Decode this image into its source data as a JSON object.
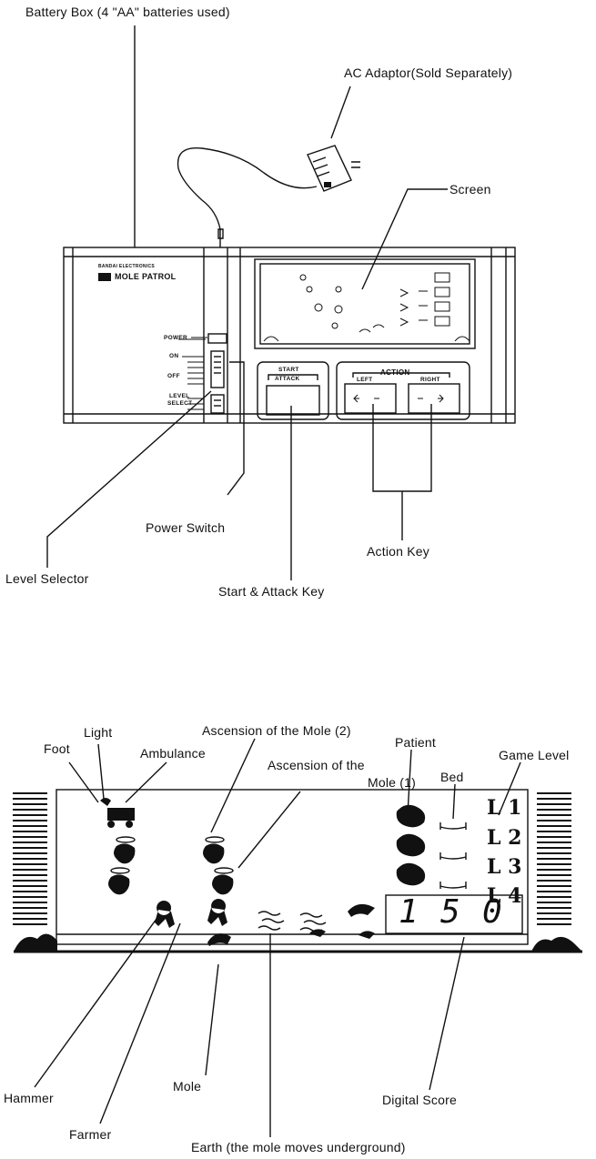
{
  "top_labels": {
    "battery_box": "Battery Box (4 \"AA\" batteries used)",
    "ac_adaptor": "AC Adaptor(Sold Separately)",
    "screen": "Screen",
    "power_switch": "Power Switch",
    "level_selector": "Level Selector",
    "start_attack_key": "Start & Attack Key",
    "action_key": "Action Key"
  },
  "device_text": {
    "brand": "BANDAI ELECTRONICS",
    "title": "MOLE PATROL",
    "power": "POWER",
    "on": "ON",
    "off": "OFF",
    "level_select_1": "LEVEL",
    "level_select_2": "SELECT",
    "start": "START",
    "attack": "ATTACK",
    "action": "ACTION",
    "left": "LEFT",
    "right": "RIGHT"
  },
  "bottom_labels": {
    "foot": "Foot",
    "light": "Light",
    "ambulance": "Ambulance",
    "ascension_2": "Ascension of the Mole (2)",
    "ascension_1a": "Ascension of the",
    "ascension_1b": "Mole (1)",
    "patient": "Patient",
    "bed": "Bed",
    "game_level": "Game Level",
    "hammer": "Hammer",
    "farmer": "Farmer",
    "mole": "Mole",
    "digital_score": "Digital Score",
    "earth": "Earth (the mole moves underground)"
  },
  "levels": [
    "L 1",
    "L 2",
    "L 3",
    "L 4"
  ],
  "score_digits": [
    "1",
    "5",
    "0"
  ]
}
